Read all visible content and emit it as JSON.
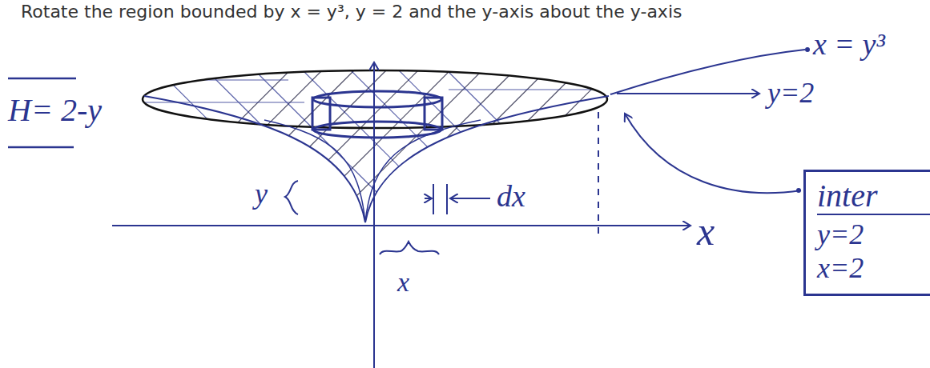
{
  "diagram": {
    "title": "Rotate the region bounded by x = y³, y = 2 and the y-axis about the y-axis",
    "nodes": [
      {
        "text": [
          "inter",
          "y=2",
          "x=2"
        ]
      }
    ],
    "labels": [
      "H= 2-y",
      "x = y³",
      "y=2",
      "y",
      "dx",
      "x",
      "x"
    ]
  }
}
